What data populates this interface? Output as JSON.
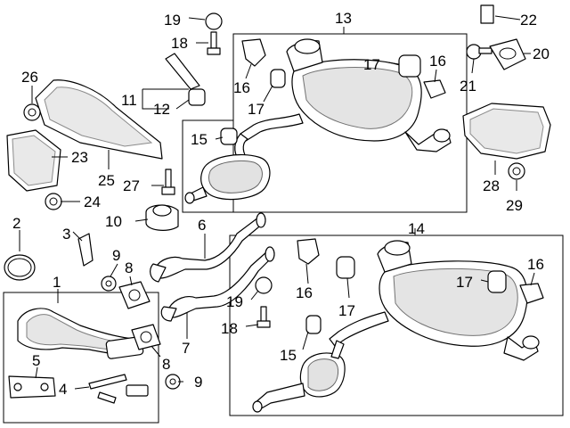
{
  "labels": {
    "l1": "1",
    "l2": "2",
    "l3": "3",
    "l4": "4",
    "l5": "5",
    "l6": "6",
    "l7": "7",
    "l8a": "8",
    "l8b": "8",
    "l9a": "9",
    "l9b": "9",
    "l10": "10",
    "l11": "11",
    "l12": "12",
    "l13": "13",
    "l14": "14",
    "l15a": "15",
    "l15b": "15",
    "l16a": "16",
    "l16b": "16",
    "l16c": "16",
    "l16d": "16",
    "l17a": "17",
    "l17b": "17",
    "l17c": "17",
    "l17d": "17",
    "l18a": "18",
    "l18b": "18",
    "l19a": "19",
    "l19b": "19",
    "l20": "20",
    "l21": "21",
    "l22": "22",
    "l23": "23",
    "l24": "24",
    "l25": "25",
    "l26": "26",
    "l27": "27",
    "l28": "28",
    "l29": "29"
  }
}
